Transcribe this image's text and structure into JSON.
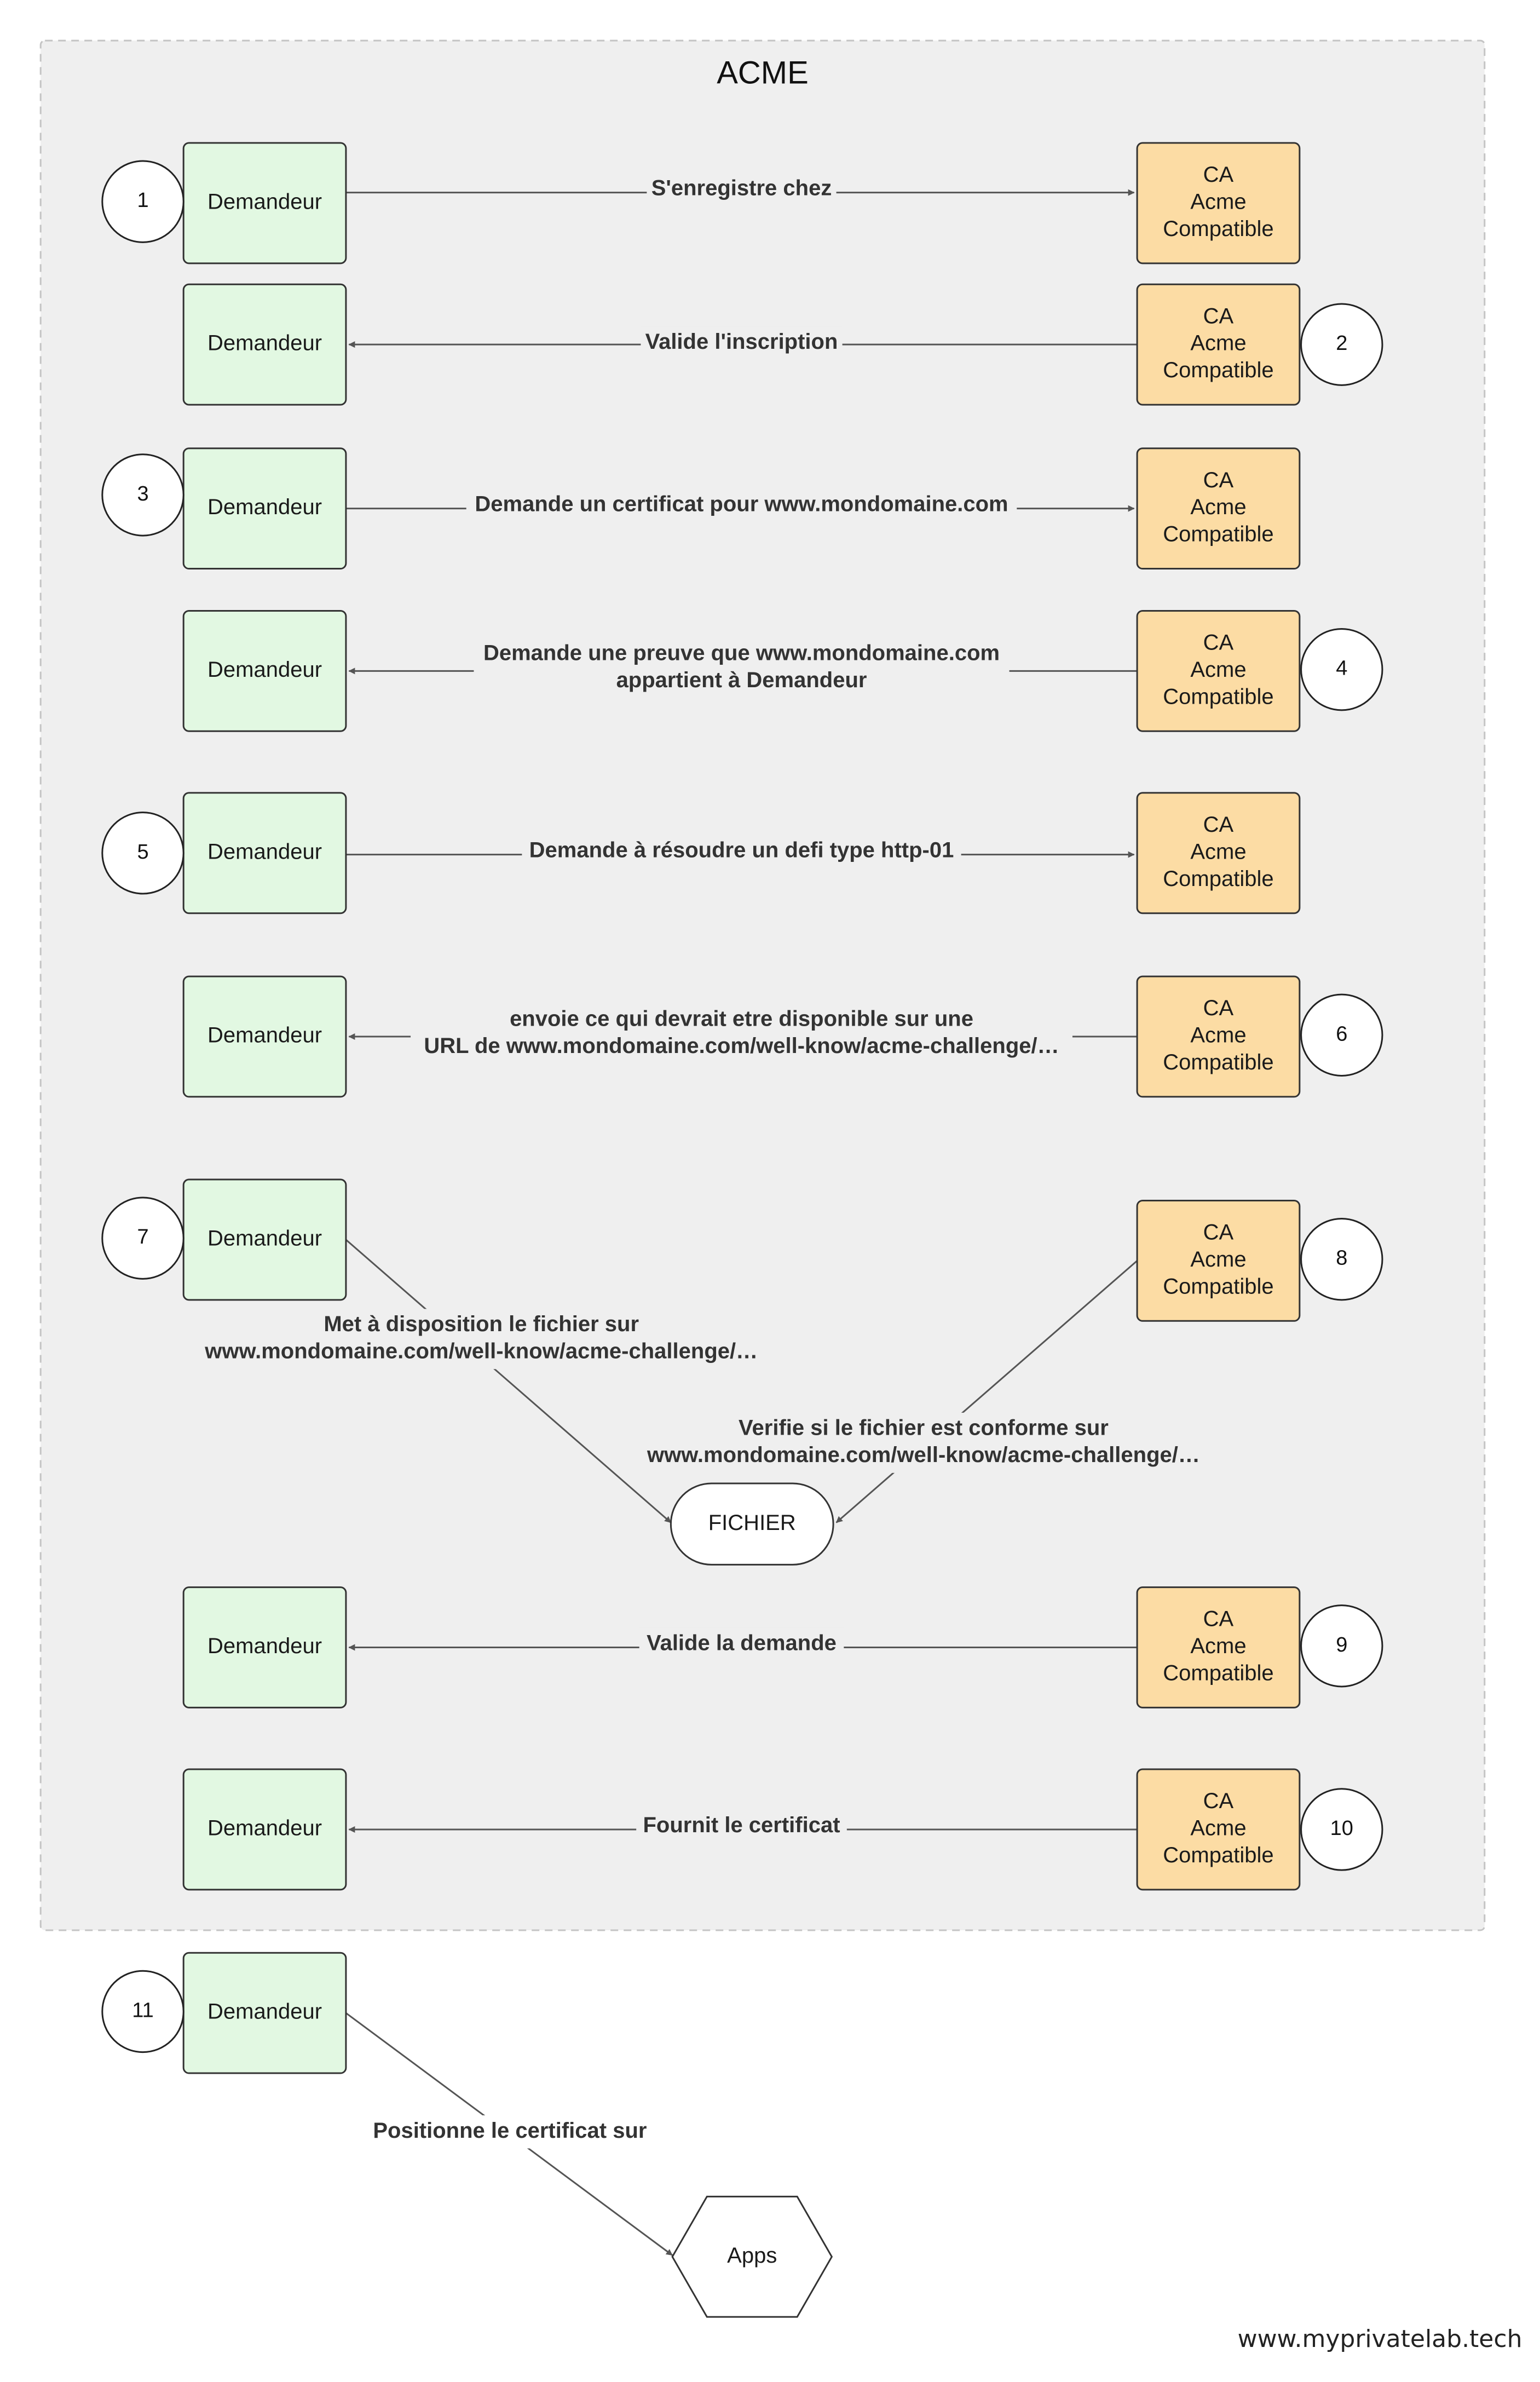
{
  "diagram": {
    "group_title": "ACME",
    "watermark": "www.myprivatelab.tech",
    "colors": {
      "requester_fill": "#e2f8e2",
      "ca_fill": "#fcdca4",
      "group_fill": "#efefef",
      "edge": "#555555"
    },
    "requester_label": "Demandeur",
    "ca_label_lines": [
      "CA",
      "Acme",
      "Compatible"
    ],
    "file_label": "FICHIER",
    "apps_label": "Apps",
    "steps": [
      {
        "number": "1",
        "label_lines": [
          "S'enregistre chez"
        ]
      },
      {
        "number": "2",
        "label_lines": [
          "Valide l'inscription"
        ]
      },
      {
        "number": "3",
        "label_lines": [
          "Demande un certificat pour www.mondomaine.com"
        ]
      },
      {
        "number": "4",
        "label_lines": [
          "Demande une preuve que www.mondomaine.com",
          "appartient à Demandeur"
        ]
      },
      {
        "number": "5",
        "label_lines": [
          "Demande à résoudre un defi type http-01"
        ]
      },
      {
        "number": "6",
        "label_lines": [
          "envoie ce qui devrait etre disponible sur une",
          "URL de www.mondomaine.com/well-know/acme-challenge/…"
        ]
      },
      {
        "number": "7",
        "label_lines": [
          "Met à disposition le fichier sur",
          "www.mondomaine.com/well-know/acme-challenge/…"
        ]
      },
      {
        "number": "8",
        "label_lines": [
          "Verifie si le fichier est conforme sur",
          "www.mondomaine.com/well-know/acme-challenge/…"
        ]
      },
      {
        "number": "9",
        "label_lines": [
          "Valide la demande"
        ]
      },
      {
        "number": "10",
        "label_lines": [
          "Fournit le certificat"
        ]
      },
      {
        "number": "11",
        "label_lines": [
          "Positionne le certificat sur"
        ]
      }
    ]
  }
}
